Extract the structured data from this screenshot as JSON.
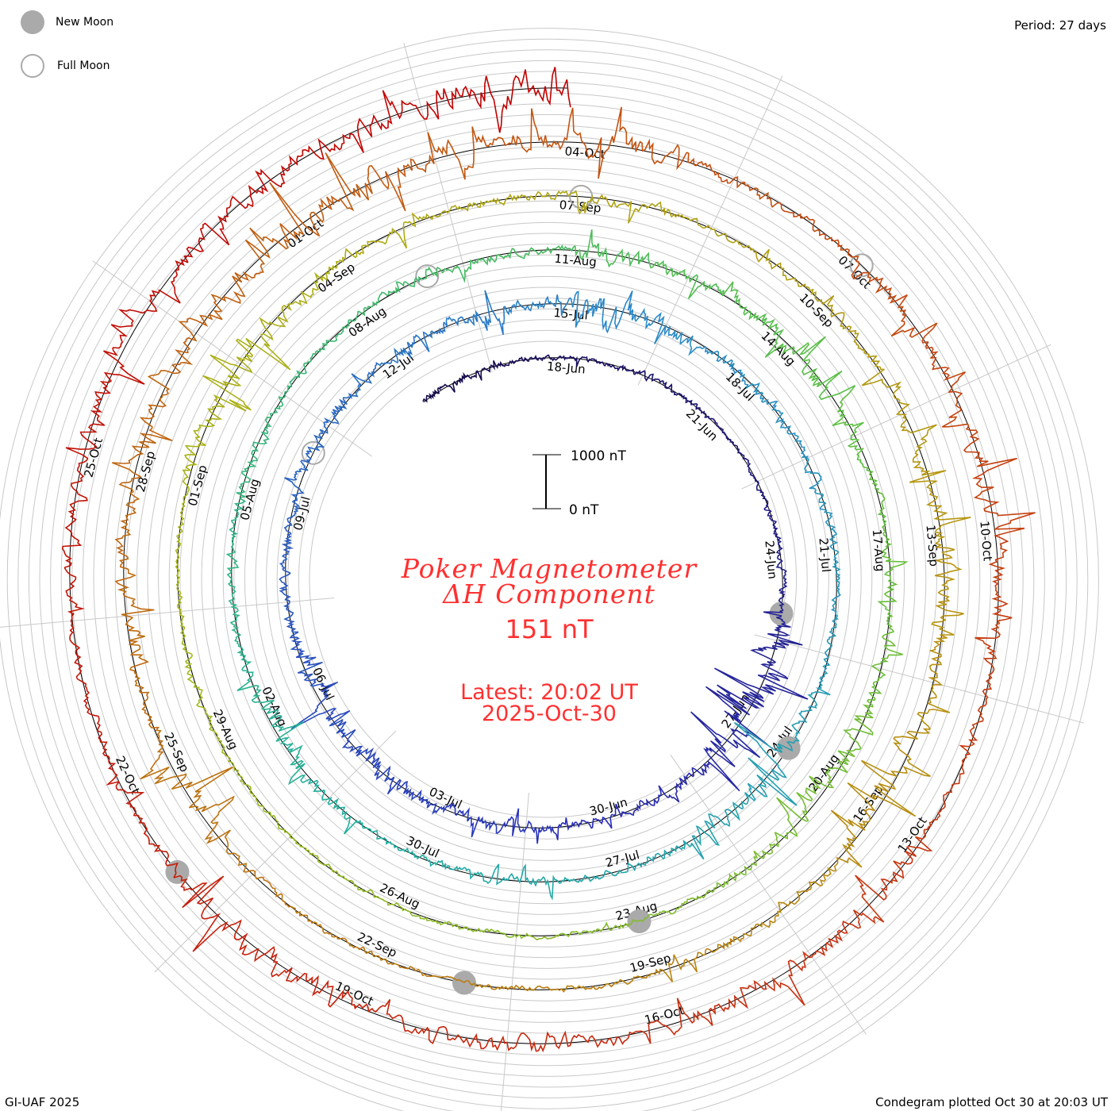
{
  "legend": {
    "new_moon": "New Moon",
    "full_moon": "Full Moon"
  },
  "period": "Period: 27 days",
  "footer_left": "GI-UAF 2025",
  "footer_right": "Condegram plotted Oct 30 at 20:03 UT",
  "scale": {
    "top": "1000 nT",
    "bottom": "0 nT"
  },
  "title": {
    "line1": "Poker Magnetometer",
    "line2": "ΔH Component",
    "value": "151 nT",
    "latest": "Latest: 20:02 UT",
    "date": "2025-Oct-30"
  },
  "chart_data": {
    "type": "line",
    "subtype": "condegram-spiral",
    "title": "Poker Magnetometer ΔH Component",
    "period_days": 27,
    "units": "nT",
    "start_date": "2025-06-15",
    "end": "2025-10-30 20:02 UT",
    "daily_activity_nT": [
      150,
      120,
      100,
      80,
      120,
      100,
      60,
      80,
      100,
      120,
      500,
      600,
      400,
      200,
      150,
      120,
      200,
      200,
      250,
      300,
      350,
      250,
      150,
      150,
      200,
      250,
      150,
      200,
      300,
      200,
      500,
      300,
      200,
      200,
      150,
      150,
      120,
      120,
      200,
      400,
      300,
      150,
      100,
      200,
      150,
      100,
      200,
      350,
      200,
      150,
      150,
      200,
      150,
      100,
      150,
      200,
      150,
      300,
      200,
      250,
      300,
      200,
      150,
      200,
      250,
      350,
      300,
      150,
      100,
      100,
      100,
      80,
      80,
      80,
      100,
      150,
      100,
      100,
      300,
      450,
      300,
      200,
      150,
      150,
      200,
      100,
      150,
      200,
      250,
      300,
      400,
      300,
      450,
      300,
      200,
      150,
      100,
      100,
      80,
      100,
      150,
      500,
      200,
      300,
      250,
      300,
      400,
      450,
      500,
      400,
      350,
      500,
      200,
      150,
      300,
      250,
      400,
      300,
      200,
      150,
      400,
      350,
      250,
      200,
      300,
      250,
      400,
      350,
      200,
      150,
      150,
      200,
      300,
      250,
      300,
      350,
      500,
      600
    ],
    "date_labels": [
      "18-Jun",
      "21-Jun",
      "24-Jun",
      "27-Jun",
      "30-Jun",
      "03-Jul",
      "06-Jul",
      "09-Jul",
      "12-Jul",
      "15-Jul",
      "18-Jul",
      "21-Jul",
      "24-Jul",
      "27-Jul",
      "30-Jul",
      "02-Aug",
      "05-Aug",
      "08-Aug",
      "11-Aug",
      "14-Aug",
      "17-Aug",
      "20-Aug",
      "23-Aug",
      "26-Aug",
      "29-Aug",
      "01-Sep",
      "04-Sep",
      "07-Sep",
      "10-Sep",
      "13-Sep",
      "16-Sep",
      "19-Sep",
      "22-Sep",
      "25-Sep",
      "28-Sep",
      "01-Oct",
      "04-Oct",
      "07-Oct",
      "10-Oct",
      "13-Oct",
      "16-Oct",
      "19-Oct",
      "22-Oct",
      "25-Oct"
    ],
    "label_interval_days": 3,
    "new_moons": [
      "2025-06-25",
      "2025-07-24",
      "2025-08-23",
      "2025-09-21",
      "2025-10-21"
    ],
    "full_moons": [
      "2025-07-10",
      "2025-08-09",
      "2025-09-07",
      "2025-10-07"
    ],
    "color_stops": [
      "#14084a",
      "#2a2fb8",
      "#2a8ac8",
      "#22b0a0",
      "#5cc040",
      "#a8b818",
      "#b89010",
      "#c06010",
      "#c83010",
      "#c00000"
    ],
    "grid_color": "#c8c8c8",
    "moon_color": "#aaaaaa"
  }
}
